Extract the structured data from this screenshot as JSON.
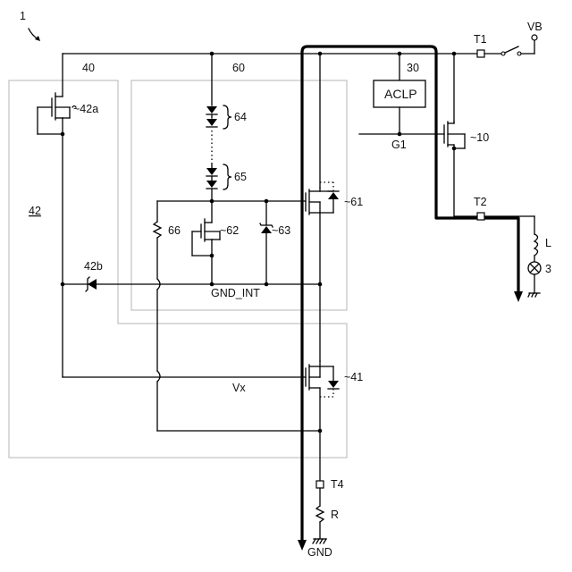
{
  "figure": {
    "figure_number": "1",
    "terminals": {
      "vb": "VB",
      "t1": "T1",
      "t2": "T2",
      "t4": "T4",
      "gnd": "GND"
    },
    "blocks": {
      "block_40": "40",
      "block_60": "60",
      "block_30": "30",
      "aclp": "ACLP",
      "block_42": "42"
    },
    "components": {
      "transistor_42a": "~42a",
      "diode_64": "64",
      "diode_65": "65",
      "transistor_61": "~61",
      "resistor_66": "66",
      "transistor_62": "~62",
      "zener_63": "~63",
      "diode_42b": "42b",
      "transistor_41": "~41",
      "transistor_10": "~10",
      "resistor_r": "R",
      "inductor_l": "L",
      "lamp_3": "3"
    },
    "nets": {
      "g1": "G1",
      "gnd_int": "GND_INT",
      "vx": "Vx"
    }
  }
}
